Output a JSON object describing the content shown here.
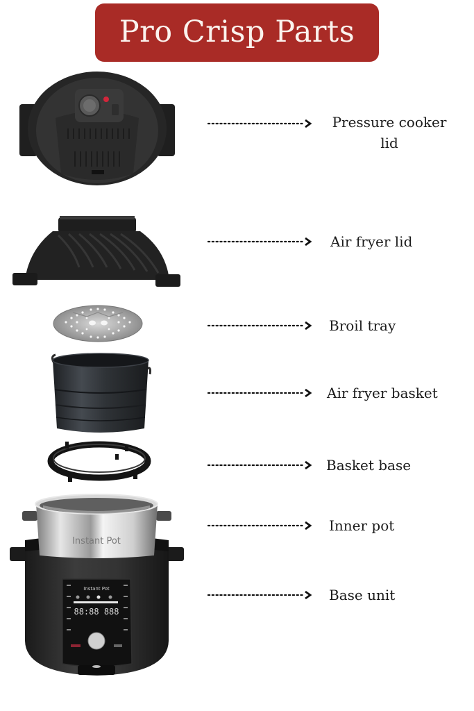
{
  "header": {
    "title": "Pro Crisp Parts",
    "banner_color": "#a92b26",
    "title_color": "#fbf3ee"
  },
  "parts": [
    {
      "id": "pressure-cooker-lid",
      "label_line1": "Pressure cooker",
      "label_line2": "lid",
      "icon": "pressure-cooker-lid-icon"
    },
    {
      "id": "air-fryer-lid",
      "label": "Air fryer lid",
      "icon": "air-fryer-lid-icon"
    },
    {
      "id": "broil-tray",
      "label": "Broil tray",
      "icon": "broil-tray-icon"
    },
    {
      "id": "air-fryer-basket",
      "label": "Air fryer basket",
      "icon": "air-fryer-basket-icon"
    },
    {
      "id": "basket-base",
      "label": "Basket base",
      "icon": "basket-base-icon"
    },
    {
      "id": "inner-pot",
      "label": "Inner pot",
      "icon": "inner-pot-icon",
      "engraving": "Instant Pot"
    },
    {
      "id": "base-unit",
      "label": "Base unit",
      "icon": "base-unit-icon",
      "display": "88:88 888",
      "logo": "Instant Pot"
    }
  ],
  "arrow": {
    "style": "dotted",
    "head": "chevron",
    "color": "#111111"
  }
}
